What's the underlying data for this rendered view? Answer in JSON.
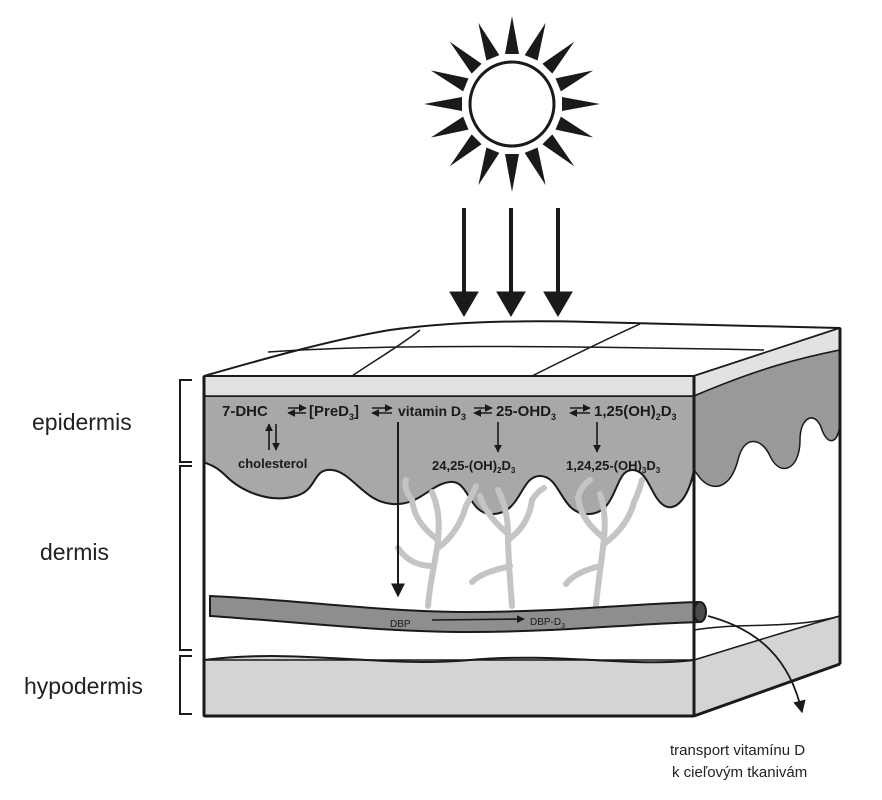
{
  "layers": {
    "epidermis": "epidermis",
    "dermis": "dermis",
    "hypodermis": "hypodermis"
  },
  "pathway": {
    "dhc": "7-DHC",
    "predA": "[PreD",
    "predSub": "3",
    "predB": "]",
    "vitA": "vitamin D",
    "vitSub": "3",
    "ohdA": "25-OHD",
    "ohdSub": "3",
    "calc1": "1,25(OH)",
    "calc2": "2",
    "calc3": "D",
    "calc4": "3",
    "cholesterol": "cholesterol",
    "m24a": "24,25-(OH)",
    "m24b": "2",
    "m24c": "D",
    "m24d": "3",
    "m124a": "1,24,25-(OH)",
    "m124b": "3",
    "m124c": "D",
    "m124d": "3"
  },
  "blood": {
    "dbp": "DBP",
    "dbpD": "DBP-D",
    "dbpDSub": "3"
  },
  "caption": {
    "line1": "transport vitamínu D",
    "line2": "k cieľovým tkanivám"
  },
  "colors": {
    "line": "#1a1a1a",
    "epidermis": "#a8a8a8",
    "sideEpidermis": "#999999",
    "topSurface": "#ffffff",
    "stratum": "#e2e2e2",
    "hypodermis": "#d4d4d4",
    "vessel": "#8e8e8e",
    "capillary": "#c4c4c4"
  }
}
